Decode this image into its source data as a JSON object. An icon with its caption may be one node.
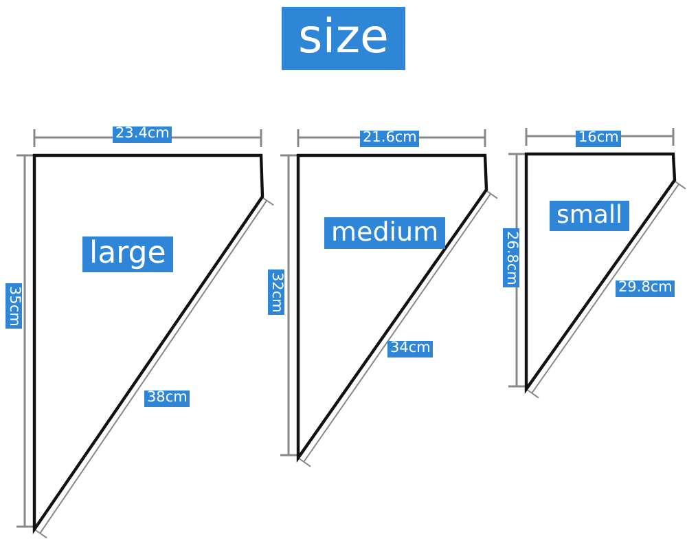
{
  "diagram": {
    "title": "size",
    "nodes": [
      {
        "text": [
          "large"
        ]
      },
      {
        "text": [
          "medium"
        ]
      },
      {
        "text": [
          "small"
        ]
      }
    ],
    "labels": [
      "23.4cm",
      "35cm",
      "38cm",
      "21.6cm",
      "32cm",
      "34cm",
      "16cm",
      "26.8cm",
      "29.8cm"
    ]
  }
}
